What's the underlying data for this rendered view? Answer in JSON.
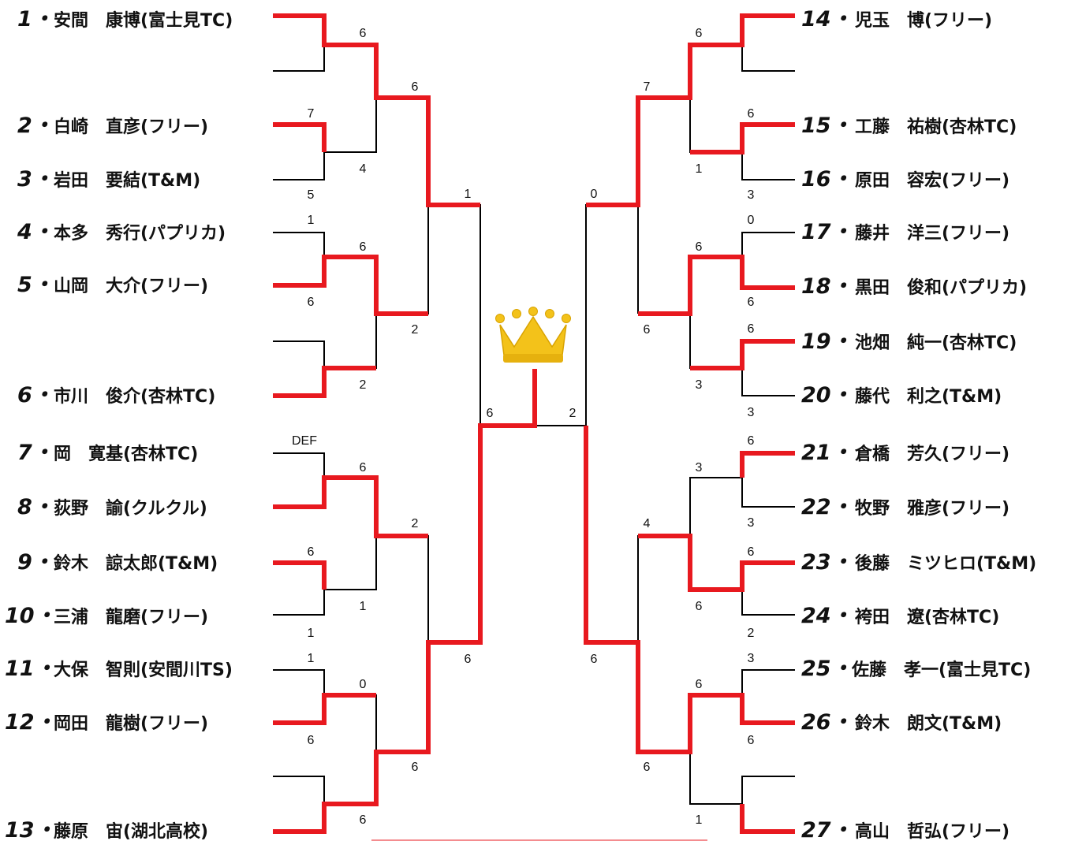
{
  "colors": {
    "win": "#e8191f",
    "lose": "#000000",
    "crown": "#f3c21a",
    "crown_dark": "#d9a300"
  },
  "crown_icon": "crown-icon",
  "left": {
    "players": [
      {
        "seed": "1・",
        "name": "安間　康博(富士見TC)"
      },
      {
        "seed": "2・",
        "name": "白崎　直彦(フリー)"
      },
      {
        "seed": "3・",
        "name": "岩田　要結(T&M)"
      },
      {
        "seed": "4・",
        "name": "本多　秀行(パプリカ)"
      },
      {
        "seed": "5・",
        "name": "山岡　大介(フリー)"
      },
      {
        "seed": "6・",
        "name": "市川　俊介(杏林TC)"
      },
      {
        "seed": "7・",
        "name": "岡　寛基(杏林TC)"
      },
      {
        "seed": "8・",
        "name": "荻野　諭(クルクル)"
      },
      {
        "seed": "9・",
        "name": "鈴木　諒太郎(T&M)"
      },
      {
        "seed": "10・",
        "name": "三浦　龍磨(フリー)"
      },
      {
        "seed": "11・",
        "name": "大保　智則(安間川TS)"
      },
      {
        "seed": "12・",
        "name": "岡田　龍樹(フリー)"
      },
      {
        "seed": "13・",
        "name": "藤原　宙(湖北高校)"
      }
    ]
  },
  "right": {
    "players": [
      {
        "seed": "14・",
        "name": "児玉　博(フリー)"
      },
      {
        "seed": "15・",
        "name": "工藤　祐樹(杏林TC)"
      },
      {
        "seed": "16・",
        "name": "原田　容宏(フリー)"
      },
      {
        "seed": "17・",
        "name": "藤井　洋三(フリー)"
      },
      {
        "seed": "18・",
        "name": "黒田　俊和(パプリカ)"
      },
      {
        "seed": "19・",
        "name": "池畑　純一(杏林TC)"
      },
      {
        "seed": "20・",
        "name": "藤代　利之(T&M)"
      },
      {
        "seed": "21・",
        "name": "倉橋　芳久(フリー)"
      },
      {
        "seed": "22・",
        "name": "牧野　雅彦(フリー)"
      },
      {
        "seed": "23・",
        "name": "後藤　ミツヒロ(T&M)"
      },
      {
        "seed": "24・",
        "name": "袴田　遼(杏林TC)"
      },
      {
        "seed": "25・",
        "name": "佐藤　孝一(富士見TC)"
      },
      {
        "seed": "26・",
        "name": "鈴木　朗文(T&M)"
      },
      {
        "seed": "27・",
        "name": "高山　哲弘(フリー)"
      }
    ]
  },
  "scores": {
    "l_r1_m2_top": "7",
    "l_r1_m2_bot": "5",
    "l_r1_m3_top": "1",
    "l_r1_m3_bot": "6",
    "l_r1_m4_top": "DEF",
    "l_r1_m5_top": "6",
    "l_r1_m5_bot": "1",
    "l_r1_m6_top": "1",
    "l_r1_m6_bot": "6",
    "l_r2_m1_top": "6",
    "l_r2_m1_bot": "4",
    "l_r2_m2_top": "6",
    "l_r2_m2_bot": "2",
    "l_r2_m3_top": "6",
    "l_r2_m3_bot": "1",
    "l_r2_m4_top": "0",
    "l_r2_m4_bot": "6",
    "l_r3_m1_top": "6",
    "l_r3_m1_bot": "2",
    "l_r3_m2_top": "2",
    "l_r3_m2_bot": "6",
    "l_r4_top": "1",
    "l_r4_bot": "6",
    "final_left": "6",
    "final_right": "2",
    "r_r4_top": "0",
    "r_r4_bot": "6",
    "r_r3_m1_top": "7",
    "r_r3_m1_bot": "6",
    "r_r3_m2_top": "4",
    "r_r3_m2_bot": "6",
    "r_r2_m1_top": "6",
    "r_r2_m1_bot": "1",
    "r_r2_m2_top": "6",
    "r_r2_m2_bot": "3",
    "r_r2_m3_top": "3",
    "r_r2_m3_bot": "6",
    "r_r2_m4_top": "6",
    "r_r2_m4_bot": "1",
    "r_r1_m2_top": "6",
    "r_r1_m2_bot": "3",
    "r_r1_m3_top": "0",
    "r_r1_m3_bot": "6",
    "r_r1_m4_top": "6",
    "r_r1_m4_bot": "3",
    "r_r1_m5_top": "6",
    "r_r1_m5_bot": "3",
    "r_r1_m6_top": "6",
    "r_r1_m6_bot": "2",
    "r_r1_m7_top": "3",
    "r_r1_m7_bot": "6"
  }
}
